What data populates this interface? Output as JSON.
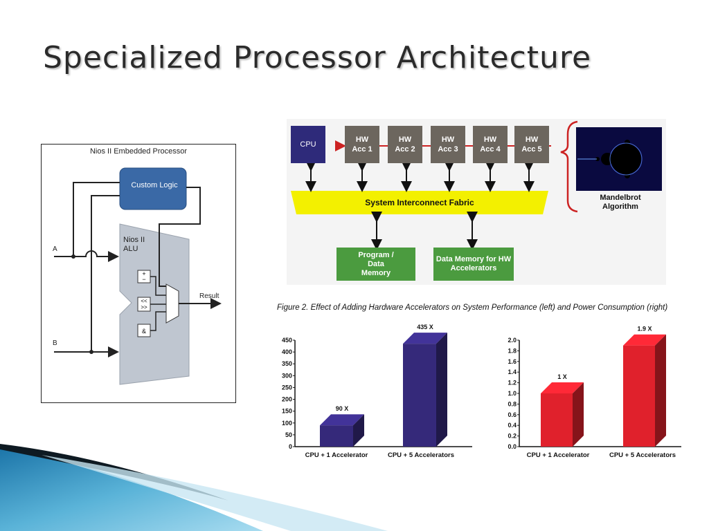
{
  "slide": {
    "title": "Specialized Processor Architecture"
  },
  "nios_diagram": {
    "title": "Nios II Embedded Processor",
    "custom_logic": "Custom Logic",
    "alu_label": "Nios II ALU",
    "input_a": "A",
    "input_b": "B",
    "output": "Result",
    "ops": [
      "+ −",
      "<< >>",
      "&"
    ]
  },
  "architecture": {
    "cpu": "CPU",
    "accelerators": [
      "HW Acc 1",
      "HW Acc 2",
      "HW Acc 3",
      "HW Acc 4",
      "HW Acc 5"
    ],
    "fabric": "System Interconnect Fabric",
    "program_memory": "Program / Data Memory",
    "data_memory": "Data Memory for HW Accelerators",
    "mandelbrot": "Mandelbrot Algorithm"
  },
  "caption": "Figure 2. Effect of Adding Hardware Accelerators on System Performance (left) and Power Consumption (right)",
  "chart_data": [
    {
      "type": "bar",
      "categories": [
        "CPU + 1 Accelerator",
        "CPU + 5 Accelerators"
      ],
      "values": [
        90,
        435
      ],
      "data_labels": [
        "90 X",
        "435 X"
      ],
      "ylim": [
        0,
        450
      ],
      "yticks": [
        "0",
        "50",
        "100",
        "150",
        "200",
        "250",
        "300",
        "350",
        "400",
        "450"
      ],
      "color": "#35297a"
    },
    {
      "type": "bar",
      "categories": [
        "CPU + 1 Accelerator",
        "CPU + 5 Accelerators"
      ],
      "values": [
        1.0,
        1.9
      ],
      "data_labels": [
        "1 X",
        "1.9 X"
      ],
      "ylim": [
        0,
        2.0
      ],
      "yticks": [
        "0.0",
        "0.2",
        "0.4",
        "0.6",
        "0.8",
        "1.0",
        "1.2",
        "1.4",
        "1.6",
        "1.8",
        "2.0"
      ],
      "color": "#e0212c"
    }
  ]
}
